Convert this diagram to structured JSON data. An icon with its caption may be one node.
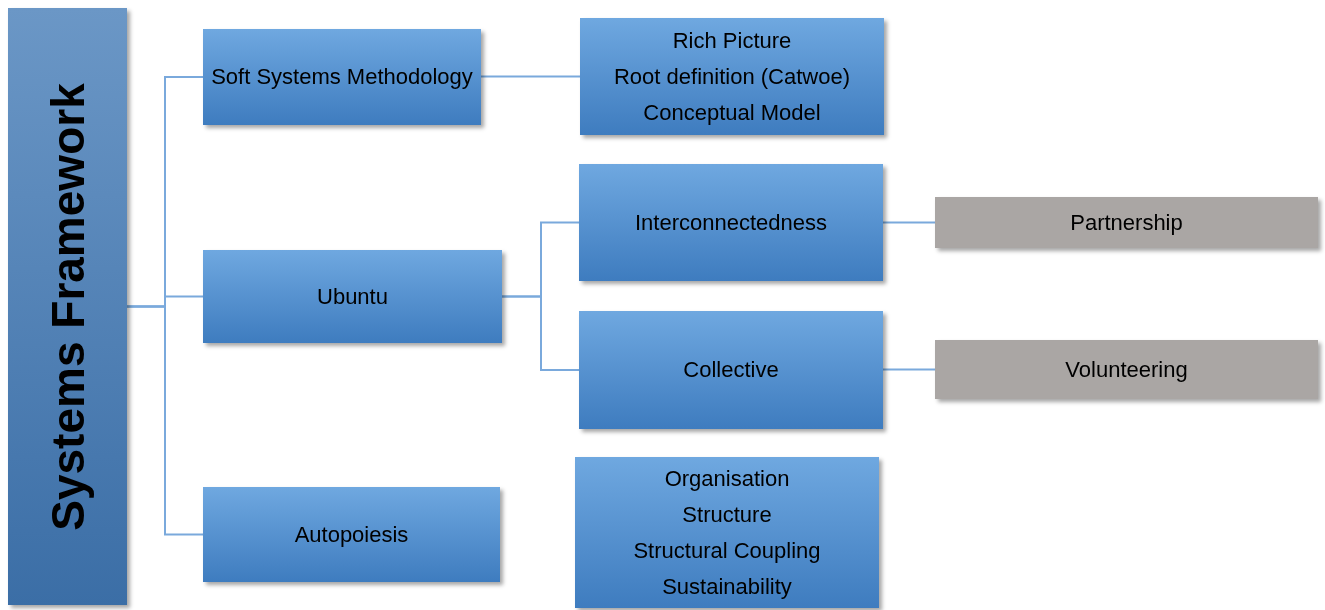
{
  "diagram": {
    "nodes": [
      {
        "text": [
          "Systems Framework"
        ]
      },
      {
        "text": [
          "Soft Systems Methodology"
        ]
      },
      {
        "text": [
          "Rich Picture",
          "Root definition (Catwoe)",
          "Conceptual Model"
        ]
      },
      {
        "text": [
          "Ubuntu"
        ]
      },
      {
        "text": [
          "Interconnectedness"
        ]
      },
      {
        "text": [
          "Partnership"
        ]
      },
      {
        "text": [
          "Collective"
        ]
      },
      {
        "text": [
          "Volunteering"
        ]
      },
      {
        "text": [
          "Autopoiesis"
        ]
      },
      {
        "text": [
          "Organisation",
          "Structure",
          "Structural Coupling",
          "Sustainability"
        ]
      }
    ],
    "edges": [
      {
        "from": 0,
        "to": 1,
        "arrow": "none"
      },
      {
        "from": 0,
        "to": 3,
        "arrow": "none"
      },
      {
        "from": 0,
        "to": 8,
        "arrow": "none"
      },
      {
        "from": 1,
        "to": 2,
        "arrow": "none"
      },
      {
        "from": 3,
        "to": 4,
        "arrow": "none"
      },
      {
        "from": 3,
        "to": 6,
        "arrow": "none"
      },
      {
        "from": 4,
        "to": 5,
        "arrow": "none"
      },
      {
        "from": 6,
        "to": 7,
        "arrow": "none"
      }
    ]
  }
}
